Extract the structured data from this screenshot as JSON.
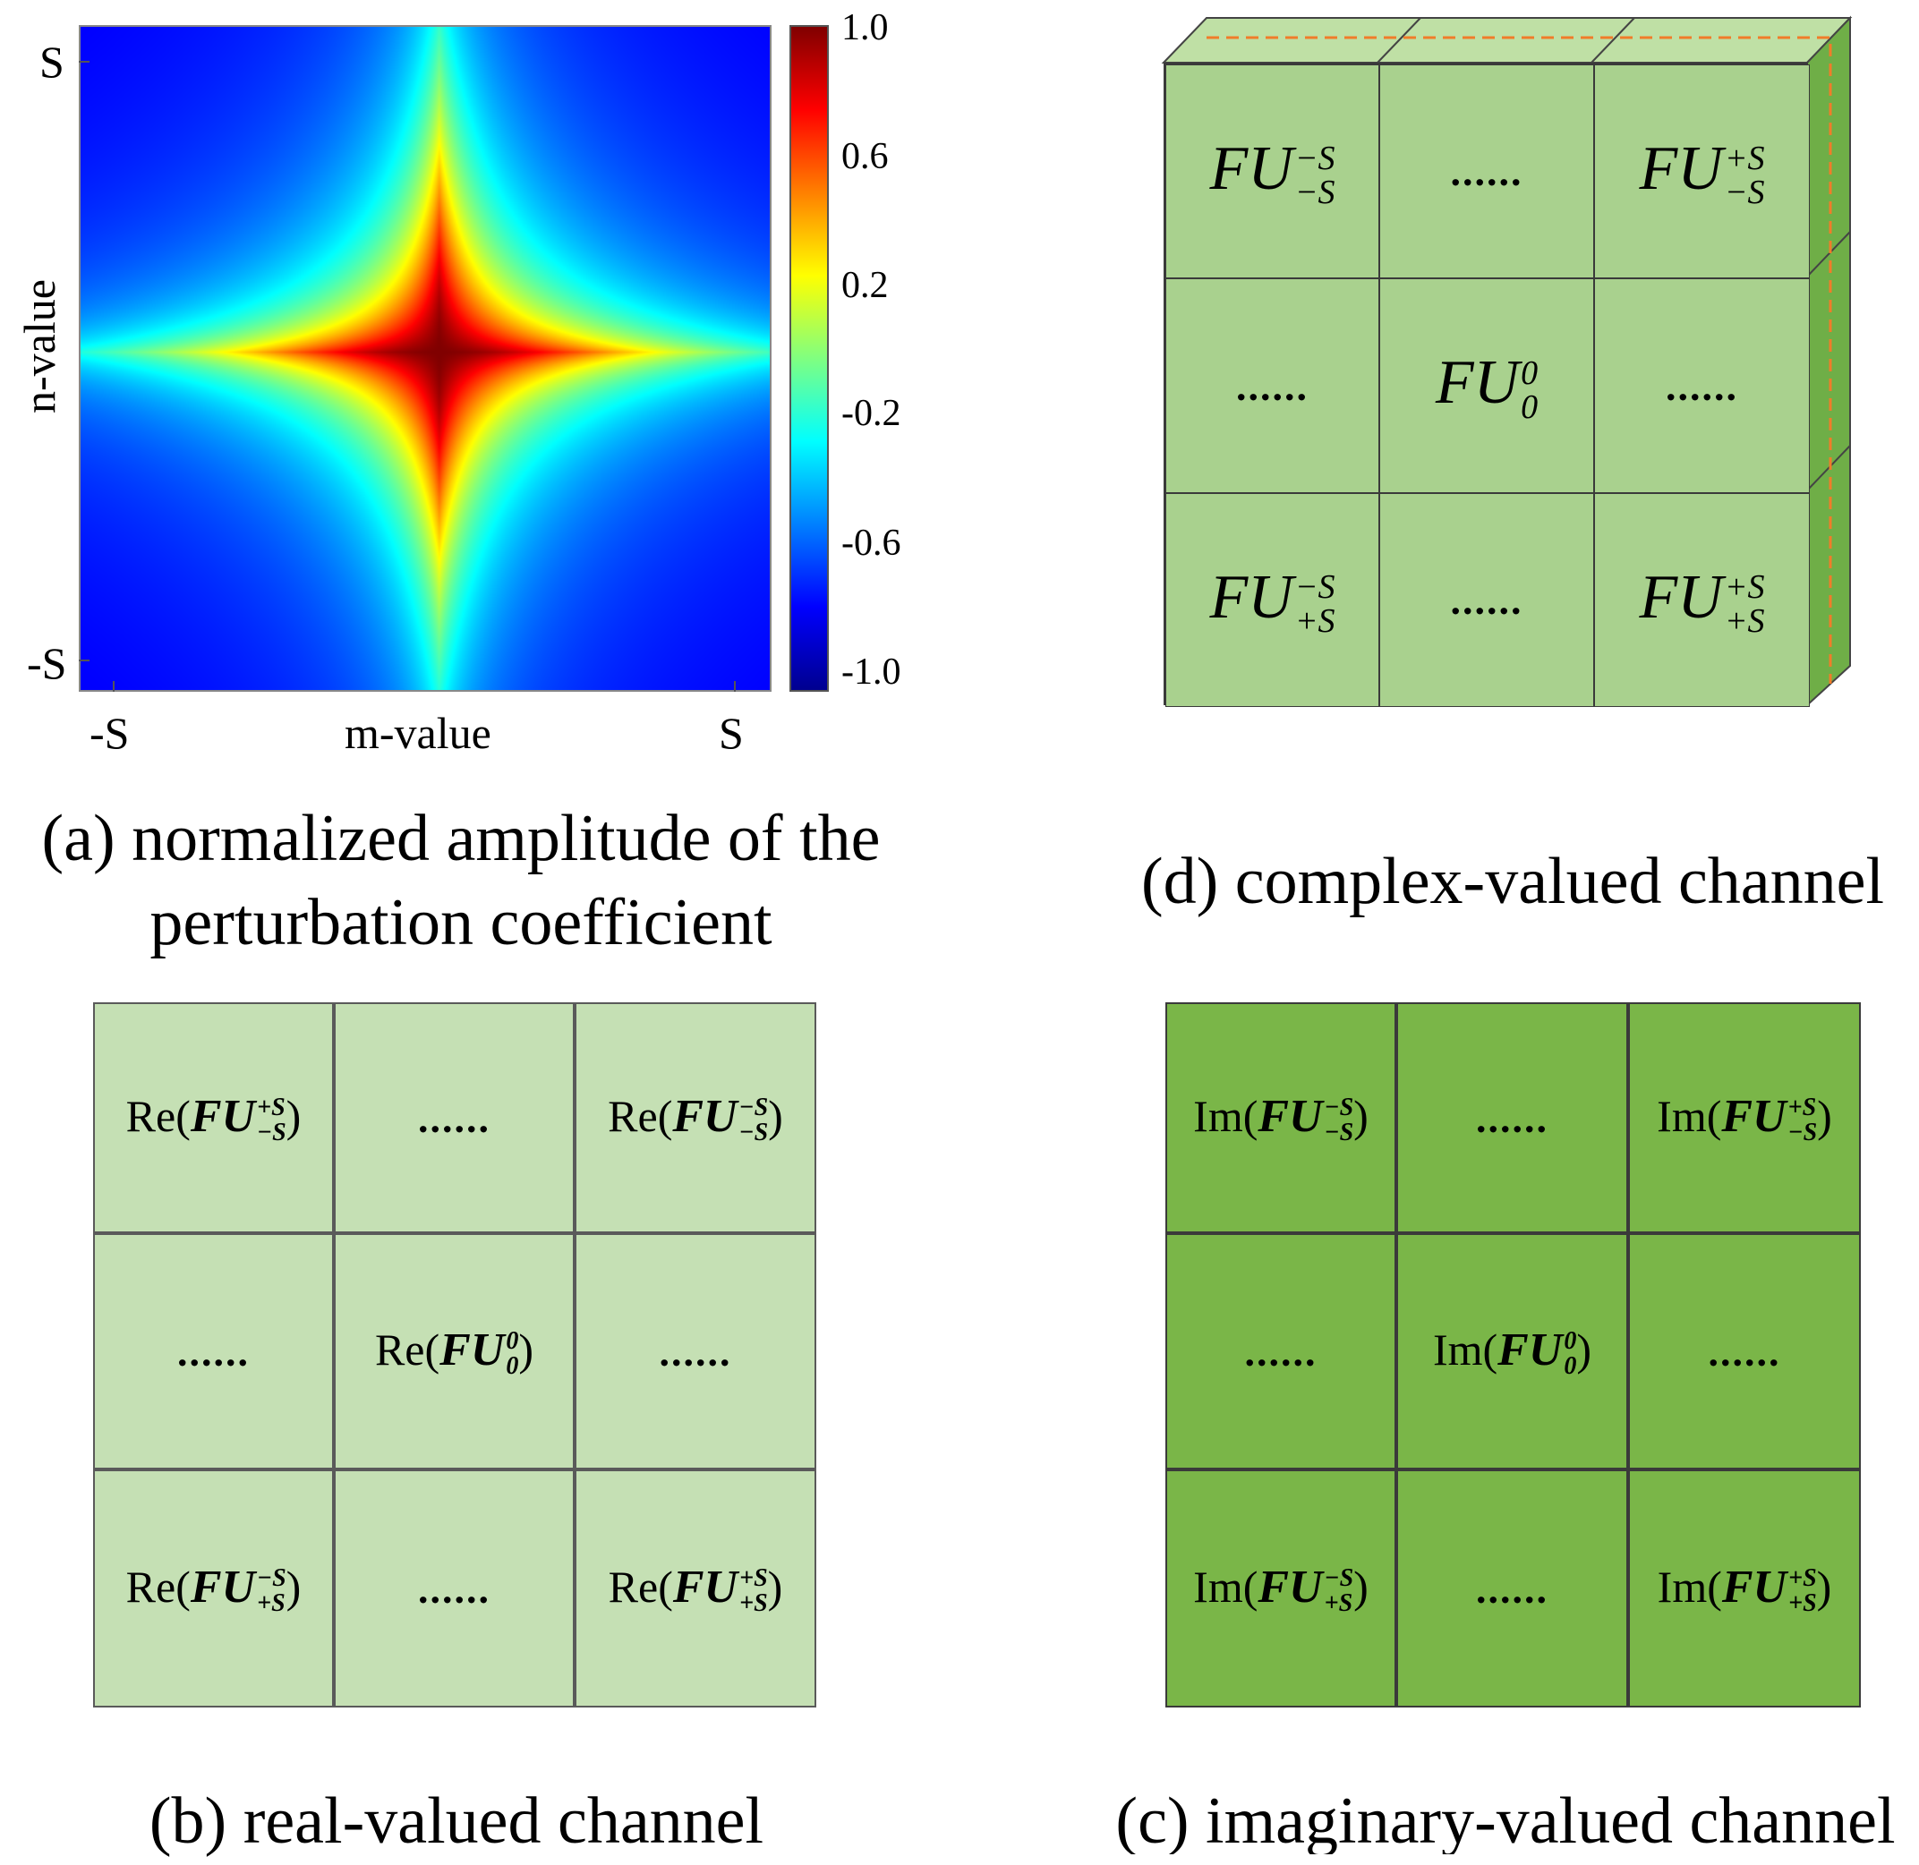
{
  "panel_a": {
    "caption_line1": "(a) normalized amplitude of the",
    "caption_line2": "perturbation coefficient",
    "xlabel": "m-value",
    "ylabel": "n-value",
    "x_ticks": [
      "-S",
      "S"
    ],
    "y_ticks": [
      "S",
      "-S"
    ],
    "colorbar_ticks": [
      "1.0",
      "0.6",
      "0.2",
      "-0.2",
      "-0.6",
      "-1.0"
    ],
    "colormap": "jet"
  },
  "panel_d": {
    "caption": "(d) complex-valued channel",
    "cell_color": "#a9d18e",
    "cells": [
      {
        "base": "FU",
        "sup": "−S",
        "sub": "−S"
      },
      {
        "dots": "......"
      },
      {
        "base": "FU",
        "sup": "+S",
        "sub": "−S"
      },
      {
        "dots": "......"
      },
      {
        "base": "FU",
        "sup": "0",
        "sub": "0"
      },
      {
        "dots": "......"
      },
      {
        "base": "FU",
        "sup": "−S",
        "sub": "+S"
      },
      {
        "dots": "......"
      },
      {
        "base": "FU",
        "sup": "+S",
        "sub": "+S"
      }
    ]
  },
  "panel_b": {
    "caption": "(b) real-valued channel",
    "cell_color": "#c5e0b4",
    "prefix": "Re(",
    "suffix": ")",
    "cells": [
      {
        "base": "FU",
        "sup": "+S",
        "sub": "−S"
      },
      {
        "dots": "......"
      },
      {
        "base": "FU",
        "sup": "−S",
        "sub": "−S"
      },
      {
        "dots": "......"
      },
      {
        "base": "FU",
        "sup": "0",
        "sub": "0"
      },
      {
        "dots": "......"
      },
      {
        "base": "FU",
        "sup": "−S",
        "sub": "+S"
      },
      {
        "dots": "......"
      },
      {
        "base": "FU",
        "sup": "+S",
        "sub": "+S"
      }
    ]
  },
  "panel_c": {
    "caption": "(c) imaginary-valued channel",
    "cell_color": "#7ab648",
    "prefix": "Im(",
    "suffix": ")",
    "cells": [
      {
        "base": "FU",
        "sup": "−S",
        "sub": "−S"
      },
      {
        "dots": "......"
      },
      {
        "base": "FU",
        "sup": "+S",
        "sub": "−S"
      },
      {
        "dots": "......"
      },
      {
        "base": "FU",
        "sup": "0",
        "sub": "0"
      },
      {
        "dots": "......"
      },
      {
        "base": "FU",
        "sup": "−S",
        "sub": "+S"
      },
      {
        "dots": "......"
      },
      {
        "base": "FU",
        "sup": "+S",
        "sub": "+S"
      }
    ]
  }
}
